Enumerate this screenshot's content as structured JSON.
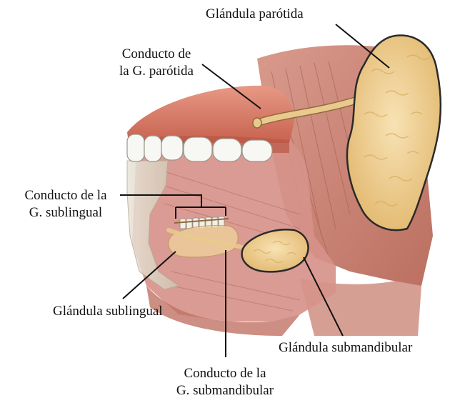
{
  "colors": {
    "muscle": "#c97a6b",
    "muscle_dark": "#a4554a",
    "gum": "#d9826f",
    "tooth": "#f7f7f4",
    "bone": "#ddd5c6",
    "gland": "#efcf93",
    "gland_outline": "#2a2a2a",
    "leader": "#111111"
  },
  "labels": {
    "parotid_gland": "Glándula parótida",
    "parotid_duct_line1": "Conducto de",
    "parotid_duct_line2": "la G. parótida",
    "sublingual_duct_line1": "Conducto de la",
    "sublingual_duct_line2": "G. sublingual",
    "sublingual_gland": "Glándula sublingual",
    "submandibular_gland": "Glándula submandibular",
    "submandibular_duct_line1": "Conducto de la",
    "submandibular_duct_line2": "G. submandibular"
  }
}
